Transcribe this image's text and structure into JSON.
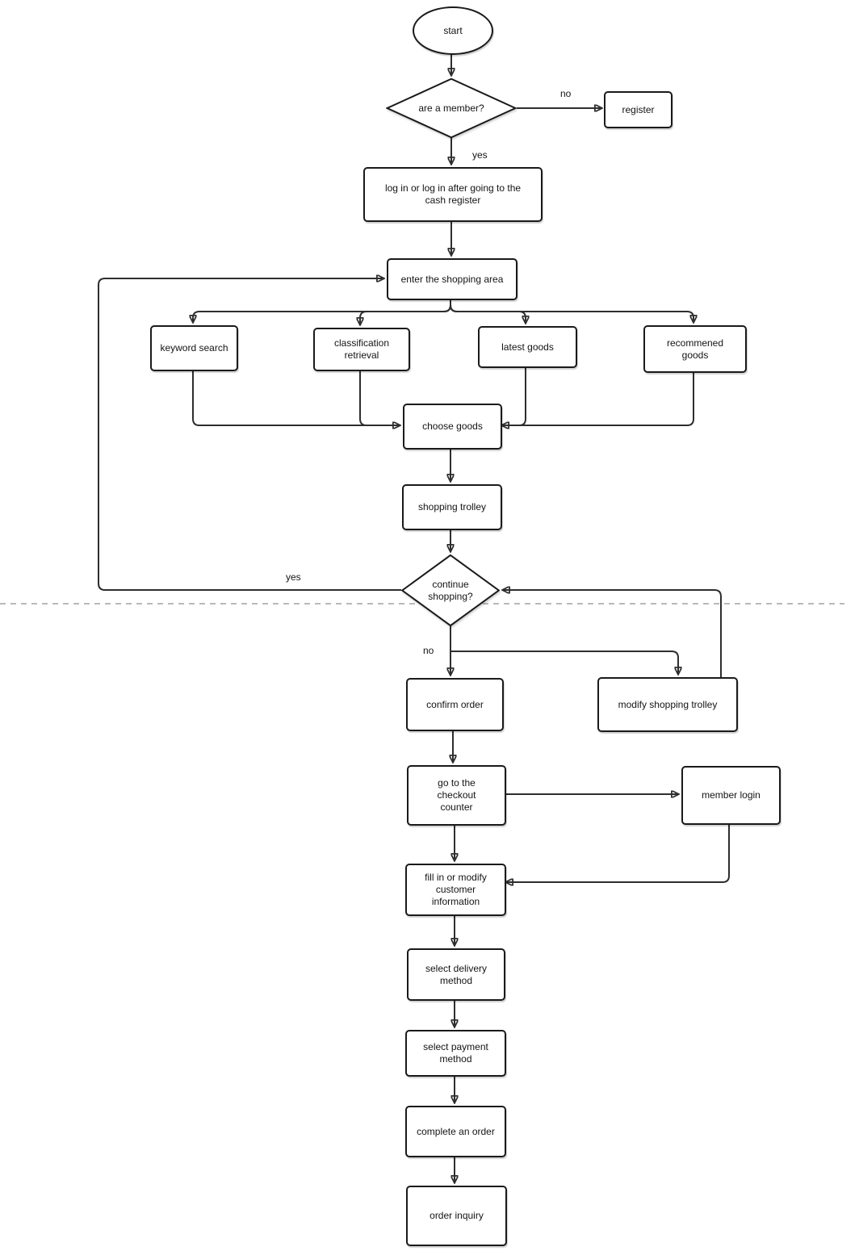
{
  "diagram": {
    "nodes": {
      "start": {
        "label": "start",
        "shape": "ellipse"
      },
      "member_check": {
        "label": "are a member?",
        "shape": "diamond"
      },
      "register": {
        "label": "register",
        "shape": "rect"
      },
      "login": {
        "label": "log in or log in after going to the cash register",
        "shape": "rect"
      },
      "enter_area": {
        "label": "enter the shopping area",
        "shape": "rect"
      },
      "keyword_search": {
        "label": "keyword search",
        "shape": "rect"
      },
      "classification_retrieval": {
        "label": "classification retrieval",
        "shape": "rect"
      },
      "latest_goods": {
        "label": "latest goods",
        "shape": "rect"
      },
      "recommened_goods": {
        "label": "recommened goods",
        "shape": "rect"
      },
      "choose_goods": {
        "label": "choose goods",
        "shape": "rect"
      },
      "shopping_trolley": {
        "label": "shopping trolley",
        "shape": "rect"
      },
      "continue_shopping": {
        "label": "continue shopping?",
        "shape": "diamond"
      },
      "confirm_order": {
        "label": "confirm order",
        "shape": "rect"
      },
      "modify_trolley": {
        "label": "modify shopping trolley",
        "shape": "rect"
      },
      "checkout_counter": {
        "label": "go to the checkout counter",
        "shape": "rect"
      },
      "member_login": {
        "label": "member login",
        "shape": "rect"
      },
      "customer_info": {
        "label": "fill in or modify customer information",
        "shape": "rect"
      },
      "delivery_method": {
        "label": "select delivery method",
        "shape": "rect"
      },
      "payment_method": {
        "label": "select payment method",
        "shape": "rect"
      },
      "complete_order": {
        "label": "complete an order",
        "shape": "rect"
      },
      "order_inquiry": {
        "label": "order inquiry",
        "shape": "rect"
      }
    },
    "edge_labels": {
      "member_no": "no",
      "member_yes": "yes",
      "continue_yes": "yes",
      "continue_no": "no"
    },
    "edges": [
      {
        "from": "start",
        "to": "member_check",
        "label": ""
      },
      {
        "from": "member_check",
        "to": "register",
        "label": "no"
      },
      {
        "from": "member_check",
        "to": "login",
        "label": "yes"
      },
      {
        "from": "login",
        "to": "enter_area",
        "label": ""
      },
      {
        "from": "enter_area",
        "to": "keyword_search",
        "label": ""
      },
      {
        "from": "enter_area",
        "to": "classification_retrieval",
        "label": ""
      },
      {
        "from": "enter_area",
        "to": "latest_goods",
        "label": ""
      },
      {
        "from": "enter_area",
        "to": "recommened_goods",
        "label": ""
      },
      {
        "from": "keyword_search",
        "to": "choose_goods",
        "label": ""
      },
      {
        "from": "classification_retrieval",
        "to": "choose_goods",
        "label": ""
      },
      {
        "from": "latest_goods",
        "to": "choose_goods",
        "label": ""
      },
      {
        "from": "recommened_goods",
        "to": "choose_goods",
        "label": ""
      },
      {
        "from": "choose_goods",
        "to": "shopping_trolley",
        "label": ""
      },
      {
        "from": "shopping_trolley",
        "to": "continue_shopping",
        "label": ""
      },
      {
        "from": "continue_shopping",
        "to": "enter_area",
        "label": "yes"
      },
      {
        "from": "continue_shopping",
        "to": "confirm_order",
        "label": "no"
      },
      {
        "from": "continue_shopping",
        "to": "modify_trolley",
        "label": "no"
      },
      {
        "from": "modify_trolley",
        "to": "continue_shopping",
        "label": ""
      },
      {
        "from": "confirm_order",
        "to": "checkout_counter",
        "label": ""
      },
      {
        "from": "checkout_counter",
        "to": "member_login",
        "label": ""
      },
      {
        "from": "member_login",
        "to": "customer_info",
        "label": ""
      },
      {
        "from": "checkout_counter",
        "to": "customer_info",
        "label": ""
      },
      {
        "from": "customer_info",
        "to": "delivery_method",
        "label": ""
      },
      {
        "from": "delivery_method",
        "to": "payment_method",
        "label": ""
      },
      {
        "from": "payment_method",
        "to": "complete_order",
        "label": ""
      },
      {
        "from": "complete_order",
        "to": "order_inquiry",
        "label": ""
      }
    ],
    "colors": {
      "line": "#2e2e2e",
      "node_border": "#1a1a1a",
      "node_fill": "#ffffff",
      "divider": "#b9b9b9",
      "text": "#141414"
    }
  }
}
